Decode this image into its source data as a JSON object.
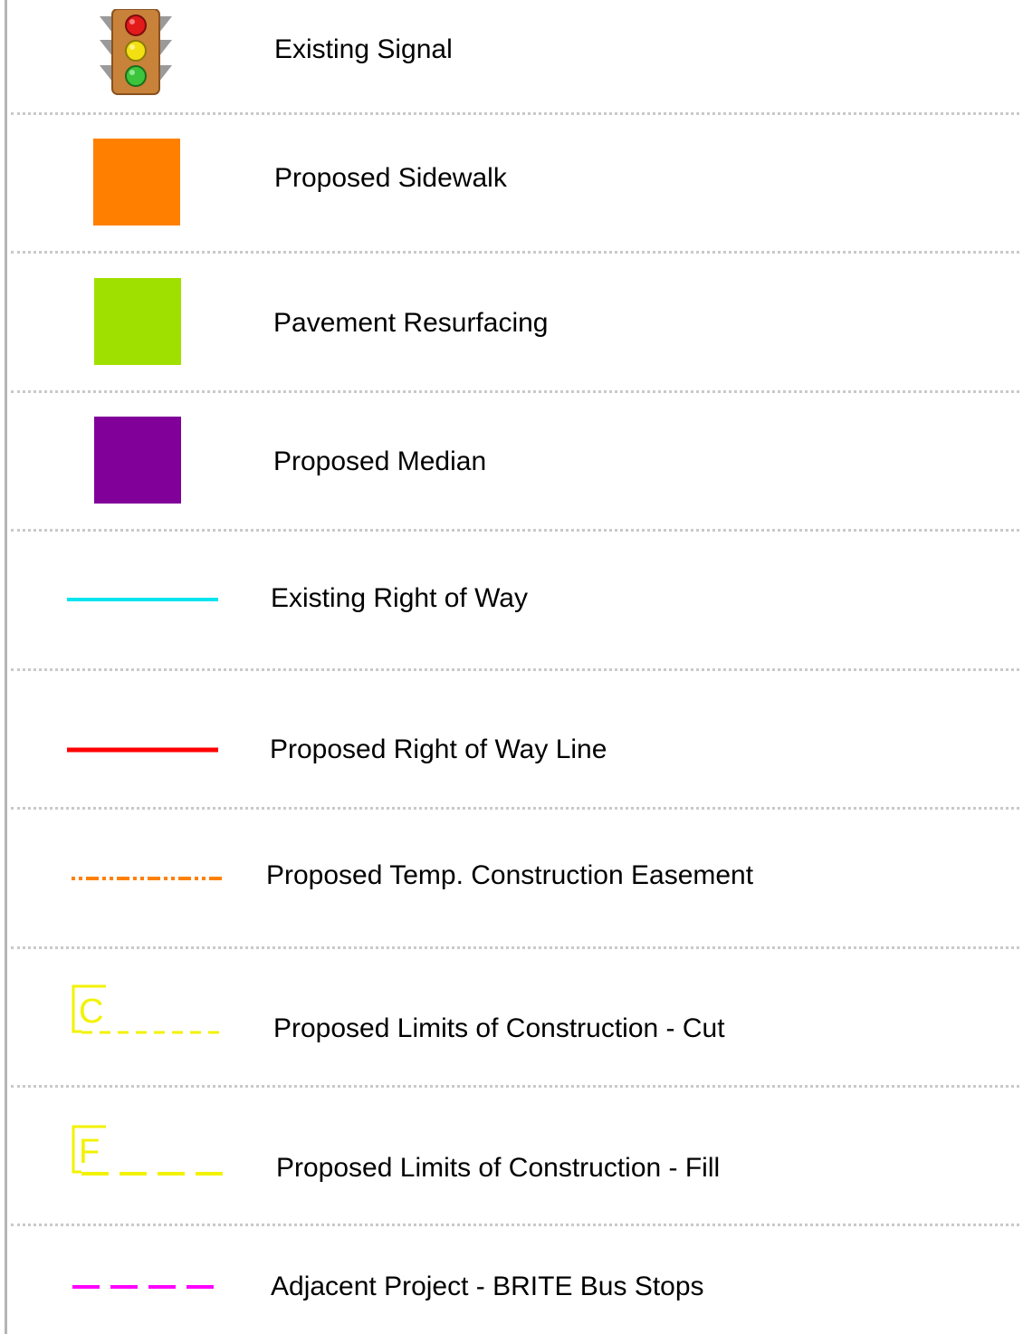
{
  "legend": {
    "items": [
      {
        "id": "existing-signal",
        "label": "Existing Signal",
        "symbol": "traffic-signal-icon"
      },
      {
        "id": "proposed-sidewalk",
        "label": "Proposed Sidewalk",
        "symbol": "swatch",
        "color": "#FF8000"
      },
      {
        "id": "pavement-resurfacing",
        "label": "Pavement Resurfacing",
        "symbol": "swatch",
        "color": "#A0E000"
      },
      {
        "id": "proposed-median",
        "label": "Proposed Median",
        "symbol": "swatch",
        "color": "#800099"
      },
      {
        "id": "existing-row",
        "label": "Existing Right of Way",
        "symbol": "solid-line",
        "color": "#00E5F0"
      },
      {
        "id": "proposed-row",
        "label": "Proposed Right of Way Line",
        "symbol": "solid-line",
        "color": "#FF0000"
      },
      {
        "id": "temp-construction-easement",
        "label": "Proposed Temp. Construction Easement",
        "symbol": "dash-dot-line",
        "color": "#FF8000"
      },
      {
        "id": "limits-cut",
        "label": "Proposed Limits of Construction - Cut",
        "symbol": "cut-line",
        "color": "#F2F200",
        "marker_letter": "C"
      },
      {
        "id": "limits-fill",
        "label": "Proposed Limits of Construction - Fill",
        "symbol": "fill-line",
        "color": "#F2F200",
        "marker_letter": "F"
      },
      {
        "id": "brite-bus-stops",
        "label": "Adjacent Project - BRITE Bus Stops",
        "symbol": "dashed-line",
        "color": "#FF00FF"
      }
    ]
  }
}
